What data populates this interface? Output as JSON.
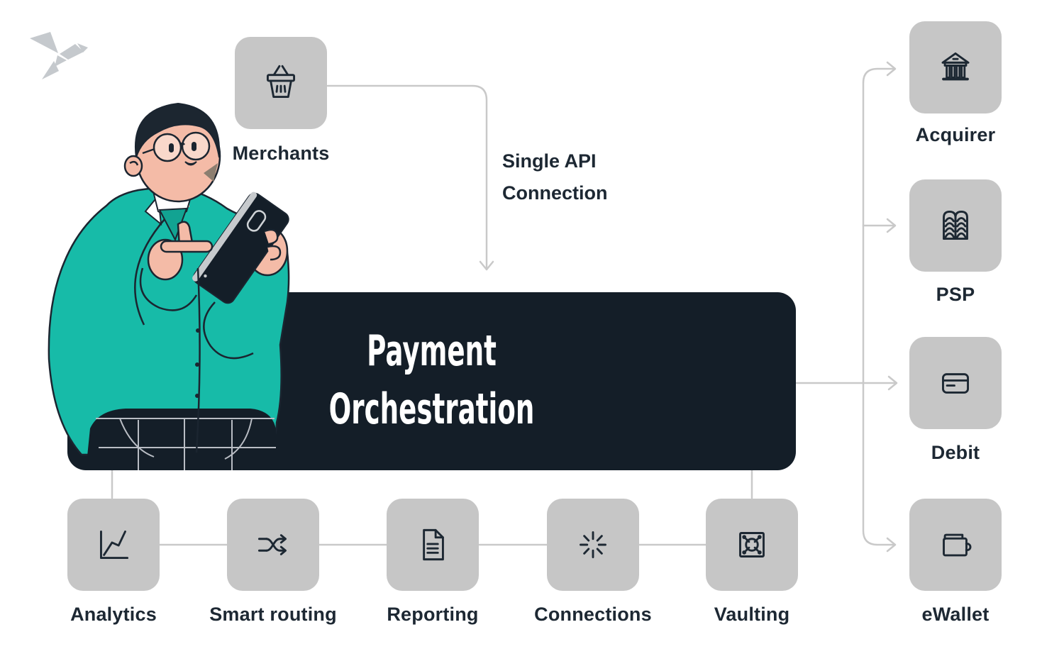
{
  "logo": {
    "name": "origami-bird-logo"
  },
  "merchants": {
    "label": "Merchants",
    "icon": "basket-icon"
  },
  "api_connection": {
    "line1": "Single API",
    "line2": "Connection"
  },
  "hub": {
    "line1": "Payment",
    "line2": "Orchestration"
  },
  "features": [
    {
      "label": "Analytics",
      "icon": "line-chart-icon"
    },
    {
      "label": "Smart routing",
      "icon": "shuffle-icon"
    },
    {
      "label": "Reporting",
      "icon": "document-icon"
    },
    {
      "label": "Connections",
      "icon": "burst-icon"
    },
    {
      "label": "Vaulting",
      "icon": "safe-icon"
    }
  ],
  "providers": [
    {
      "label": "Acquirer",
      "icon": "bank-icon"
    },
    {
      "label": "PSP",
      "icon": "open-book-icon"
    },
    {
      "label": "Debit",
      "icon": "credit-card-icon"
    },
    {
      "label": "eWallet",
      "icon": "wallet-icon"
    }
  ],
  "colors": {
    "accent_teal": "#17bba8",
    "hub_dark": "#141e28",
    "tile_gray": "#c6c6c6",
    "connector_gray": "#c9c9c9",
    "text_dark": "#1d2833",
    "skin": "#f4bba7"
  }
}
